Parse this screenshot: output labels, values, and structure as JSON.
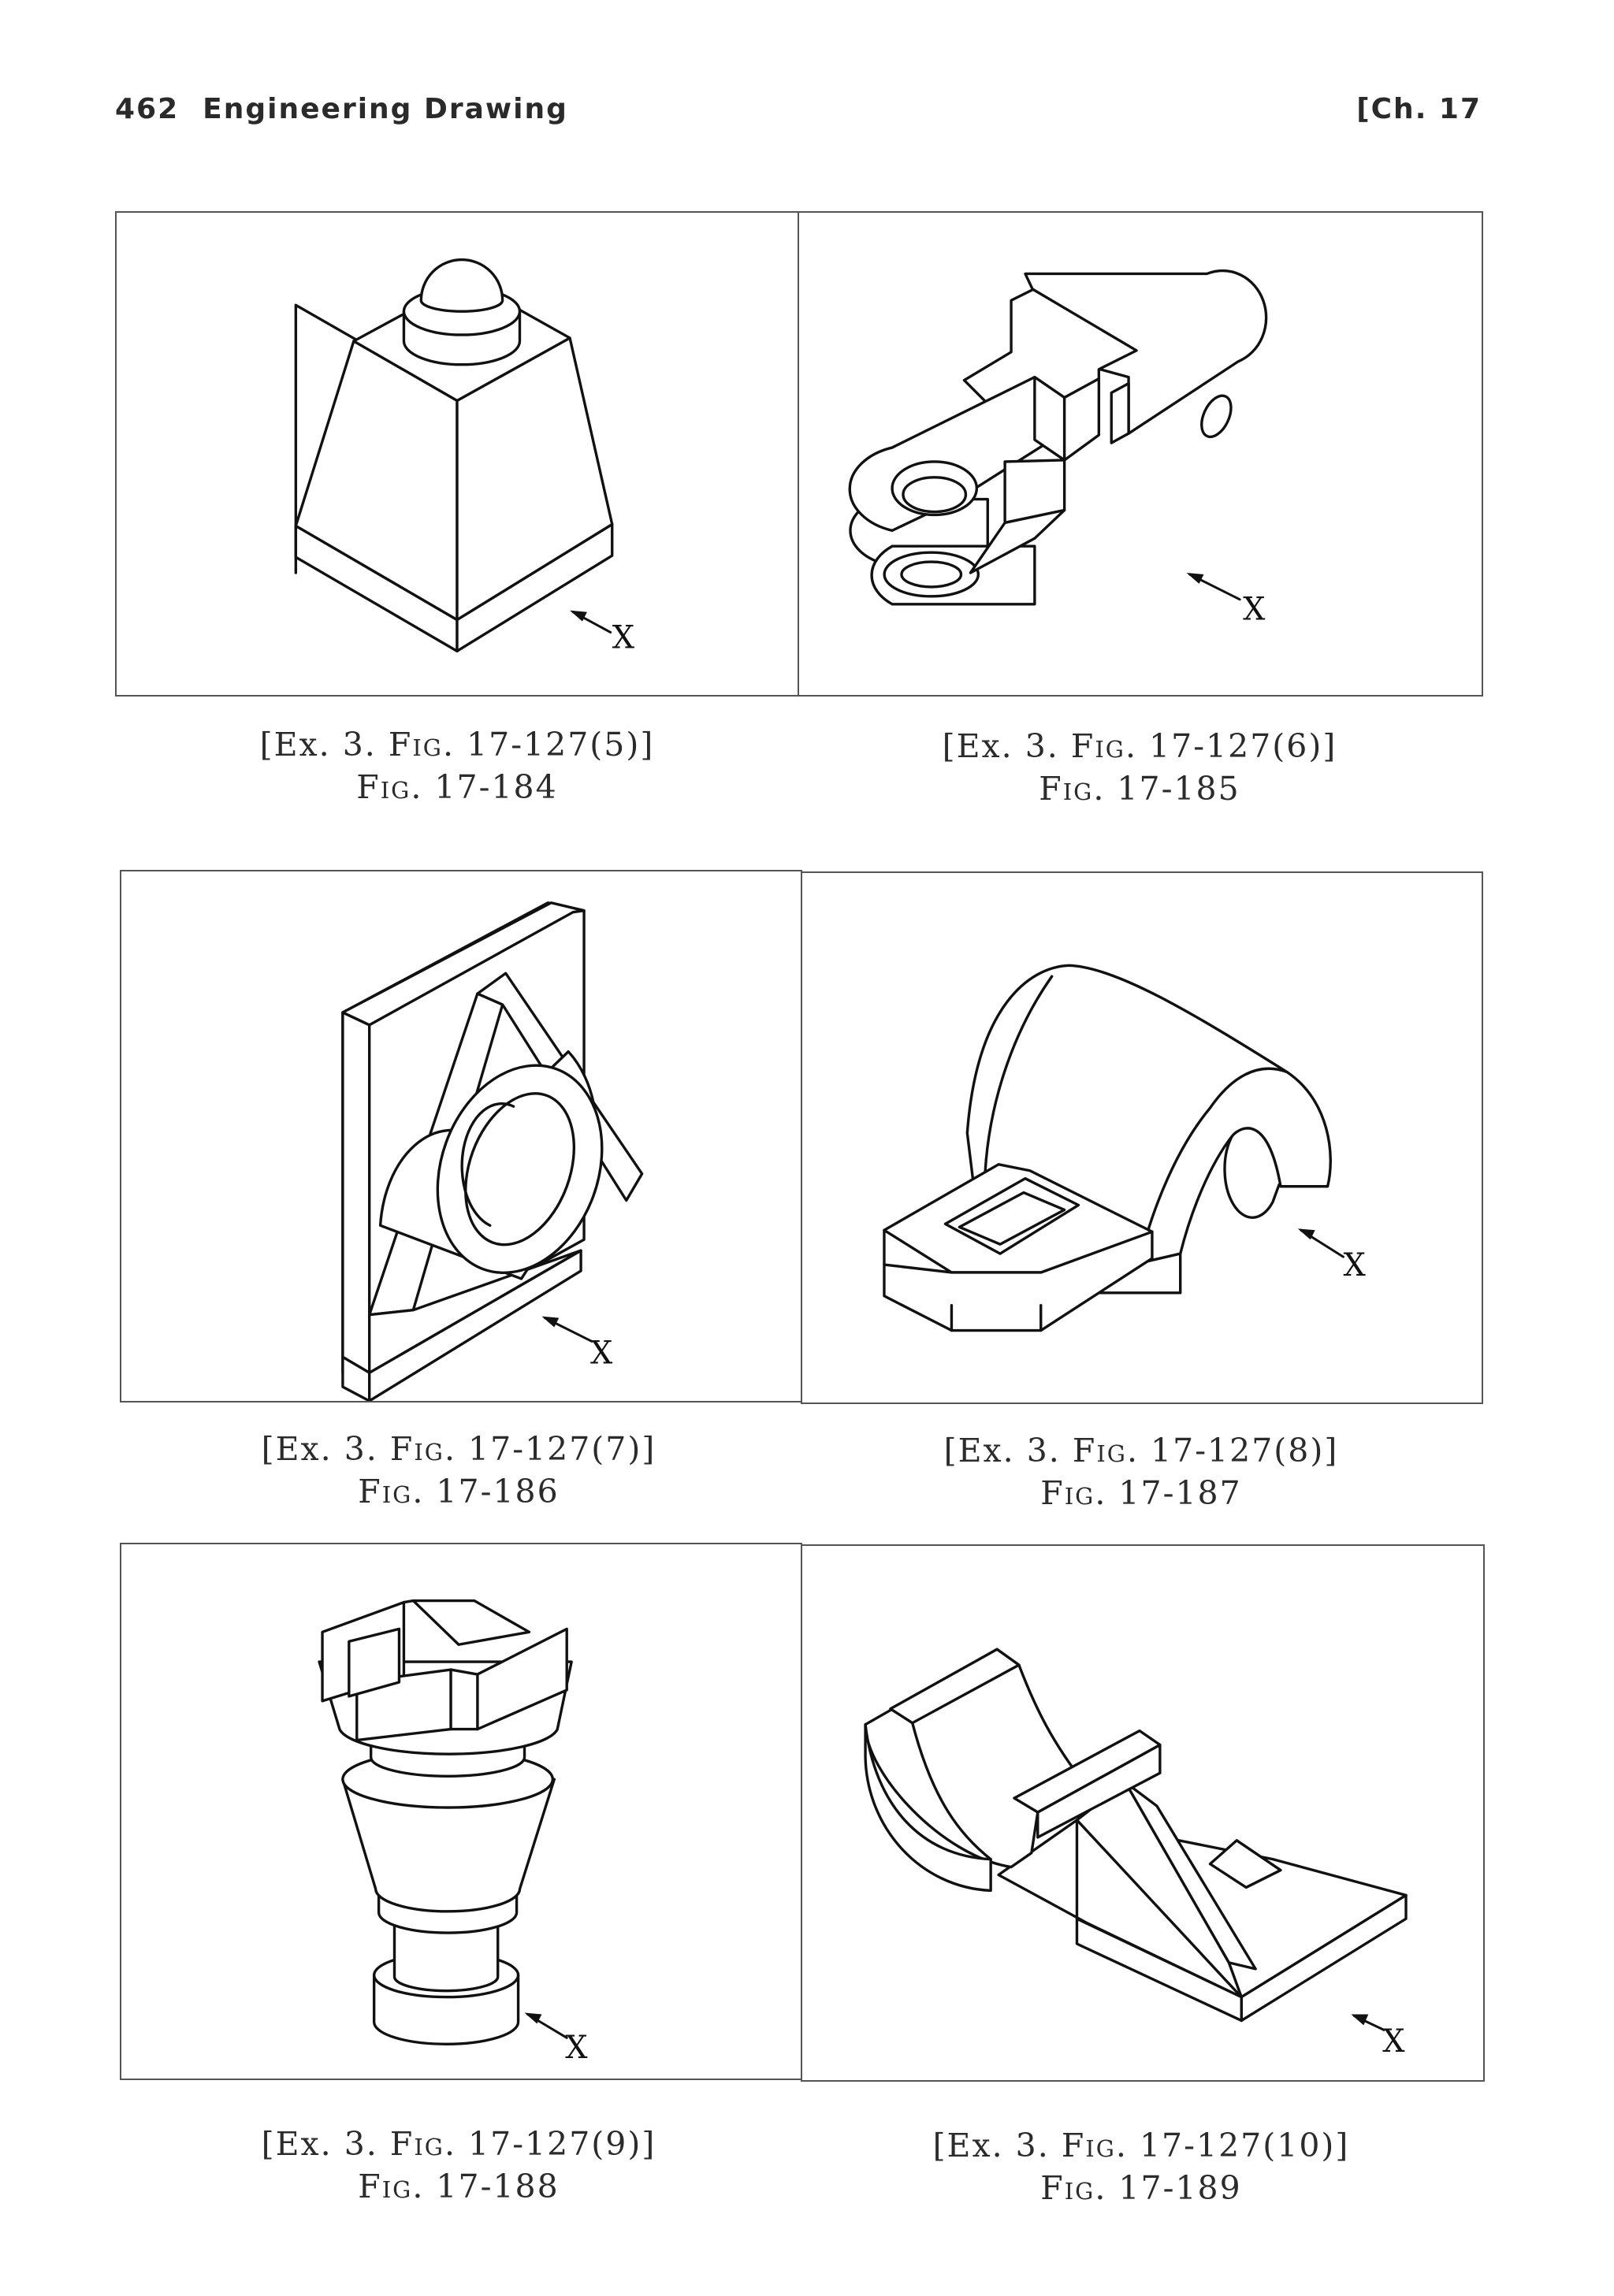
{
  "header": {
    "page_number": "462",
    "running_title": "Engineering Drawing",
    "chapter": "[Ch. 17"
  },
  "figures": [
    {
      "ex_prefix": "[Ex. 3. ",
      "ex_fig_word": "Fig.",
      "ex_ref": " 17-127(5)]",
      "fig_word": "Fig.",
      "fig_number": " 17-184",
      "view_label": "X"
    },
    {
      "ex_prefix": "[Ex. 3. ",
      "ex_fig_word": "Fig.",
      "ex_ref": " 17-127(6)]",
      "fig_word": "Fig.",
      "fig_number": " 17-185",
      "view_label": "X"
    },
    {
      "ex_prefix": "[Ex. 3. ",
      "ex_fig_word": "Fig.",
      "ex_ref": " 17-127(7)]",
      "fig_word": "Fig.",
      "fig_number": " 17-186",
      "view_label": "X"
    },
    {
      "ex_prefix": "[Ex. 3. ",
      "ex_fig_word": "Fig.",
      "ex_ref": " 17-127(8)]",
      "fig_word": "Fig.",
      "fig_number": " 17-187",
      "view_label": "X"
    },
    {
      "ex_prefix": "[Ex. 3. ",
      "ex_fig_word": "Fig.",
      "ex_ref": " 17-127(9)]",
      "fig_word": "Fig.",
      "fig_number": " 17-188",
      "view_label": "X"
    },
    {
      "ex_prefix": "[Ex. 3. ",
      "ex_fig_word": "Fig.",
      "ex_ref": " 17-127(10)]",
      "fig_word": "Fig.",
      "fig_number": " 17-189",
      "view_label": "X"
    }
  ]
}
